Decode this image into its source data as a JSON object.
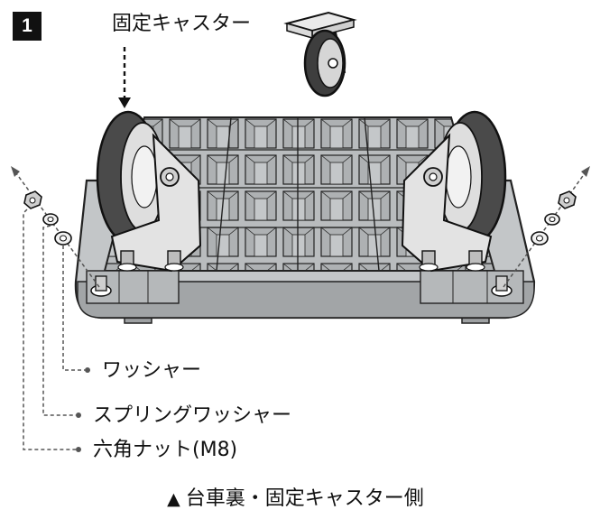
{
  "step_number": "1",
  "labels": {
    "fixed_caster": "固定キャスター",
    "washer": "ワッシャー",
    "spring_washer": "スプリングワッシャー",
    "hex_nut": "六角ナット(M8)"
  },
  "caption": {
    "marker": "▲",
    "text": "台車裏・固定キャスター側"
  }
}
